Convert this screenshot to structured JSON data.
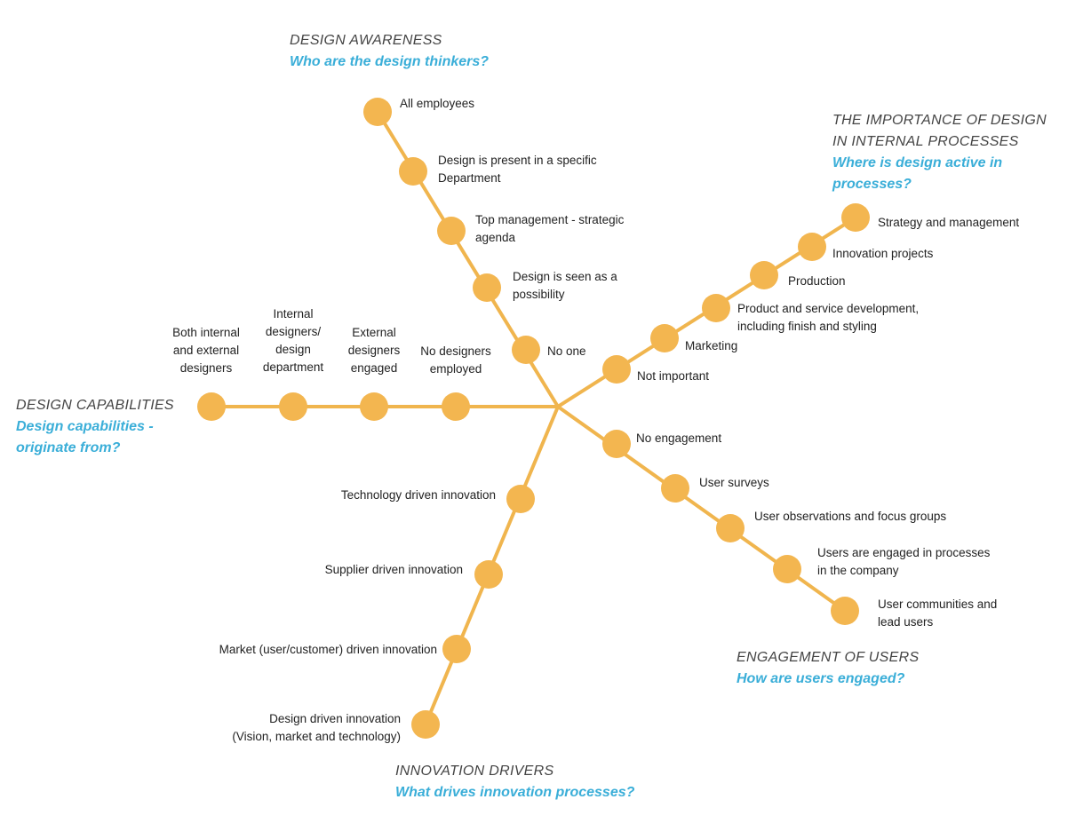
{
  "colors": {
    "line": "#f0b54e",
    "node": "#f3b650",
    "title": "#444444",
    "question": "#3aaed8",
    "label": "#222222"
  },
  "axes": [
    {
      "id": "design-awareness",
      "title": [
        "DESIGN AWARENESS"
      ],
      "question": [
        "Who are the design thinkers?"
      ],
      "nodes": [
        {
          "label": [
            "No one"
          ]
        },
        {
          "label": [
            "Design is seen as a",
            "possibility"
          ]
        },
        {
          "label": [
            "Top management - strategic",
            "agenda"
          ]
        },
        {
          "label": [
            "Design is present in a specific",
            "Department"
          ]
        },
        {
          "label": [
            "All employees"
          ]
        }
      ]
    },
    {
      "id": "importance-of-design",
      "title": [
        "THE IMPORTANCE OF DESIGN",
        "IN INTERNAL PROCESSES"
      ],
      "question": [
        "Where is design active in",
        "processes?"
      ],
      "nodes": [
        {
          "label": [
            "Not important"
          ]
        },
        {
          "label": [
            "Marketing"
          ]
        },
        {
          "label": [
            "Product and service development,",
            "including finish and styling"
          ]
        },
        {
          "label": [
            "Production"
          ]
        },
        {
          "label": [
            "Innovation projects"
          ]
        },
        {
          "label": [
            "Strategy and management"
          ]
        }
      ]
    },
    {
      "id": "engagement-of-users",
      "title": [
        "ENGAGEMENT OF USERS"
      ],
      "question": [
        "How are users  engaged?"
      ],
      "nodes": [
        {
          "label": [
            "No engagement"
          ]
        },
        {
          "label": [
            "User surveys"
          ]
        },
        {
          "label": [
            "User observations and focus groups"
          ]
        },
        {
          "label": [
            "Users are engaged in processes",
            "in the company"
          ]
        },
        {
          "label": [
            "User communities and",
            "lead users"
          ]
        }
      ]
    },
    {
      "id": "innovation-drivers",
      "title": [
        "INNOVATION DRIVERS"
      ],
      "question": [
        "What drives innovation processes?"
      ],
      "nodes": [
        {
          "label": [
            "Technology driven innovation"
          ]
        },
        {
          "label": [
            "Supplier driven innovation"
          ]
        },
        {
          "label": [
            "Market (user/customer) driven innovation"
          ]
        },
        {
          "label": [
            "Design driven innovation",
            "(Vision, market and technology)"
          ]
        }
      ]
    },
    {
      "id": "design-capabilities",
      "title": [
        "DESIGN CAPABILITIES"
      ],
      "question": [
        "Design capabilities -",
        "originate from?"
      ],
      "nodes": [
        {
          "label": [
            "No designers",
            "employed"
          ]
        },
        {
          "label": [
            "External",
            "designers",
            "engaged"
          ]
        },
        {
          "label": [
            "Internal",
            "designers/",
            "design",
            "department"
          ]
        },
        {
          "label": [
            "Both internal",
            "and external",
            "designers"
          ]
        }
      ]
    }
  ]
}
